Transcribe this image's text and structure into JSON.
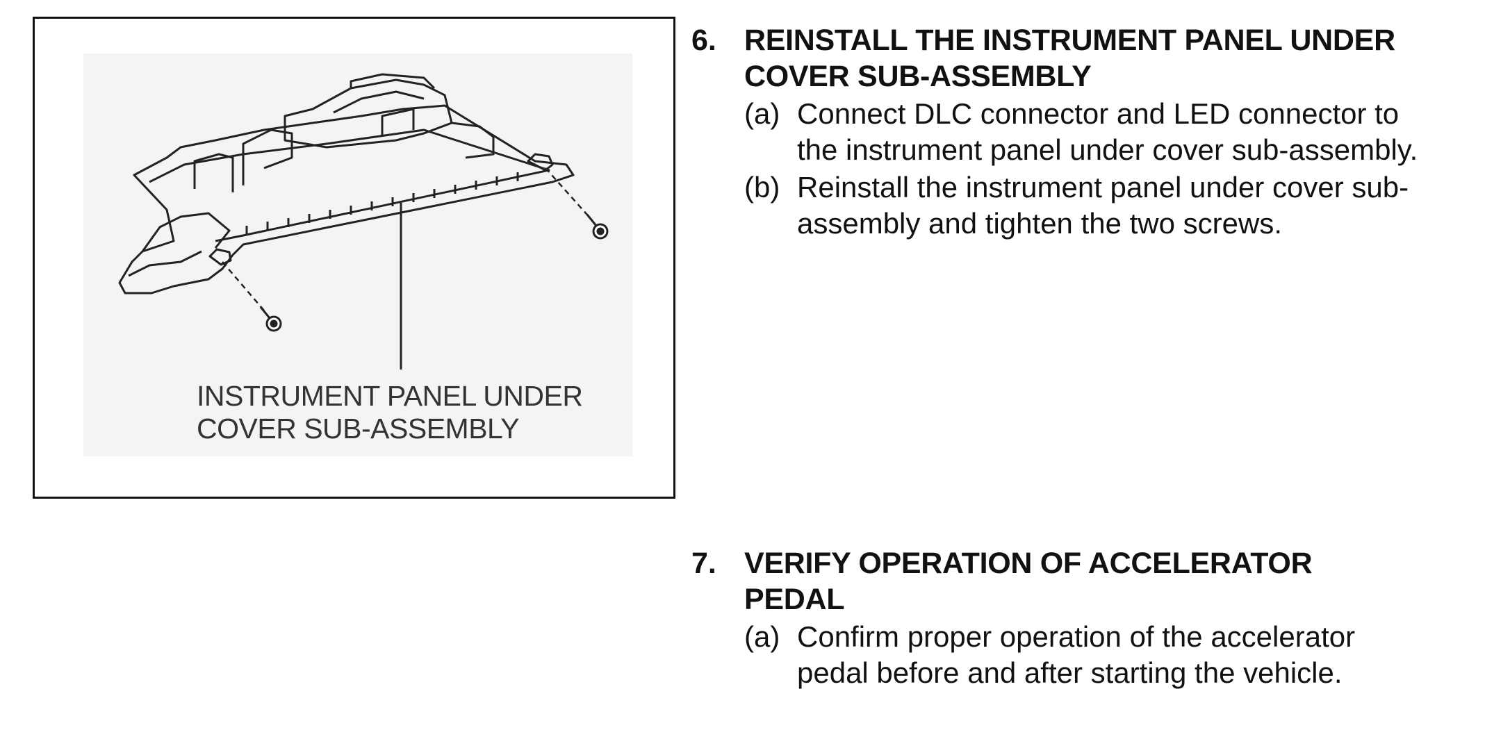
{
  "figure": {
    "callout_lines": [
      "INSTRUMENT PANEL UNDER",
      "COVER SUB-ASSEMBLY"
    ]
  },
  "steps": [
    {
      "number": "6.",
      "title_lines": [
        "REINSTALL THE INSTRUMENT PANEL UNDER",
        "COVER SUB-ASSEMBLY"
      ],
      "subs": [
        {
          "letter": "(a)",
          "lines": [
            "Connect DLC connector and LED connector to",
            "the instrument panel under cover sub-assembly."
          ]
        },
        {
          "letter": "(b)",
          "lines": [
            "Reinstall the instrument panel under cover sub-",
            "assembly and tighten the two screws."
          ]
        }
      ]
    },
    {
      "number": "7.",
      "title_lines": [
        "VERIFY OPERATION OF ACCELERATOR",
        "PEDAL"
      ],
      "subs": [
        {
          "letter": "(a)",
          "lines": [
            "Confirm proper operation of the accelerator",
            "pedal before and after starting the vehicle."
          ]
        }
      ]
    }
  ]
}
